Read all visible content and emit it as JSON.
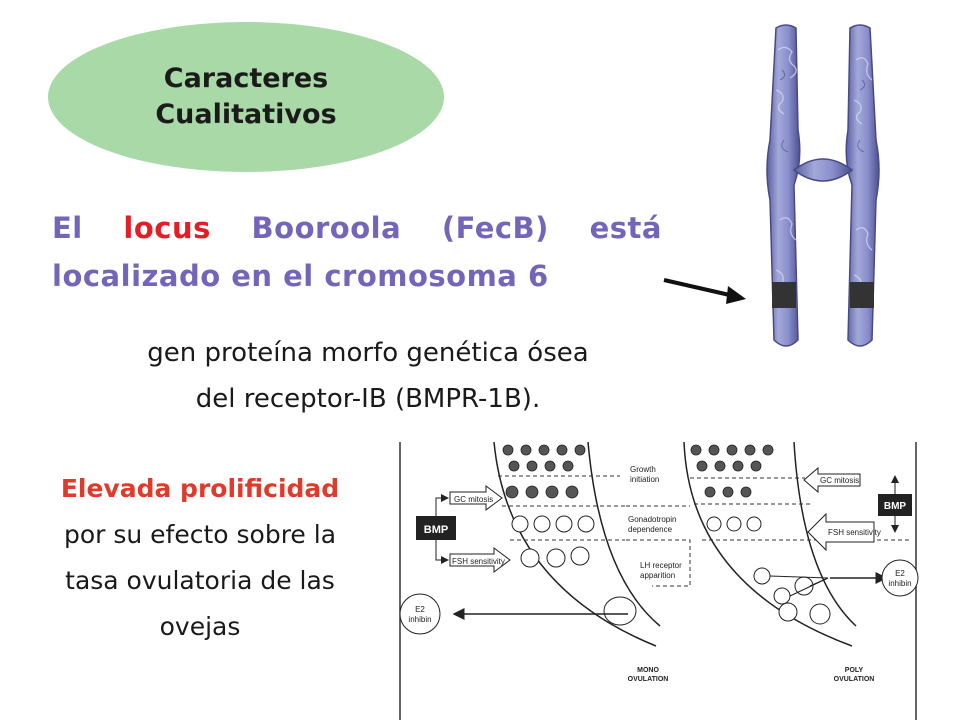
{
  "badge": {
    "line1": "Caracteres",
    "line2": "Cualitativos"
  },
  "headline": {
    "w_el": "El",
    "w_locus": "locus",
    "w_booroola": "Booroola",
    "w_fecb": "(FecB)",
    "w_esta": "está",
    "line2": "localizado en el cromosoma 6"
  },
  "gene": {
    "line1": "gen proteína morfo genética ósea",
    "line2": "del receptor-IB (BMPR-1B)."
  },
  "effect": {
    "highlight": "Elevada prolificidad",
    "line2": "por su efecto sobre la",
    "line3": "tasa ovulatoria de las",
    "line4": "ovejas"
  },
  "diagram": {
    "bmp": "BMP",
    "gc_mitosis": "GC mitosis",
    "fsh_sensitivity": "FSH sensitivity",
    "e2": "E2",
    "inhibin": "inhibin",
    "growth1": "Growth",
    "growth2": "initiation",
    "gonado1": "Gonadotropin",
    "gonado2": "dependence",
    "lh1": "LH receptor",
    "lh2": "apparition",
    "mono1": "MONO",
    "mono2": "OVULATION",
    "poly1": "POLY",
    "poly2": "OVULATION"
  },
  "colors": {
    "oval": "#a9d9a6",
    "headline": "#7565b8",
    "accent_red": "#e41e26"
  },
  "icons": {
    "chromosome": "chromosome-image",
    "pointer": "arrow-icon"
  }
}
